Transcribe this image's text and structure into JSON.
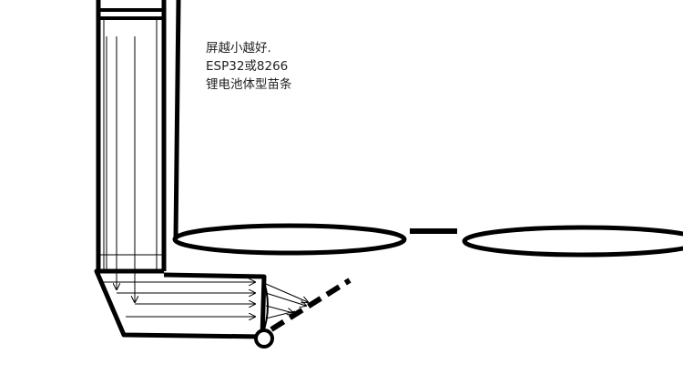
{
  "annotation": {
    "lines": [
      "屏越小越好.",
      "ESP32或8266",
      "锂电池体型苗条"
    ]
  },
  "colors": {
    "background": "#ffffff",
    "ink": "#000000",
    "text": "#222222"
  }
}
